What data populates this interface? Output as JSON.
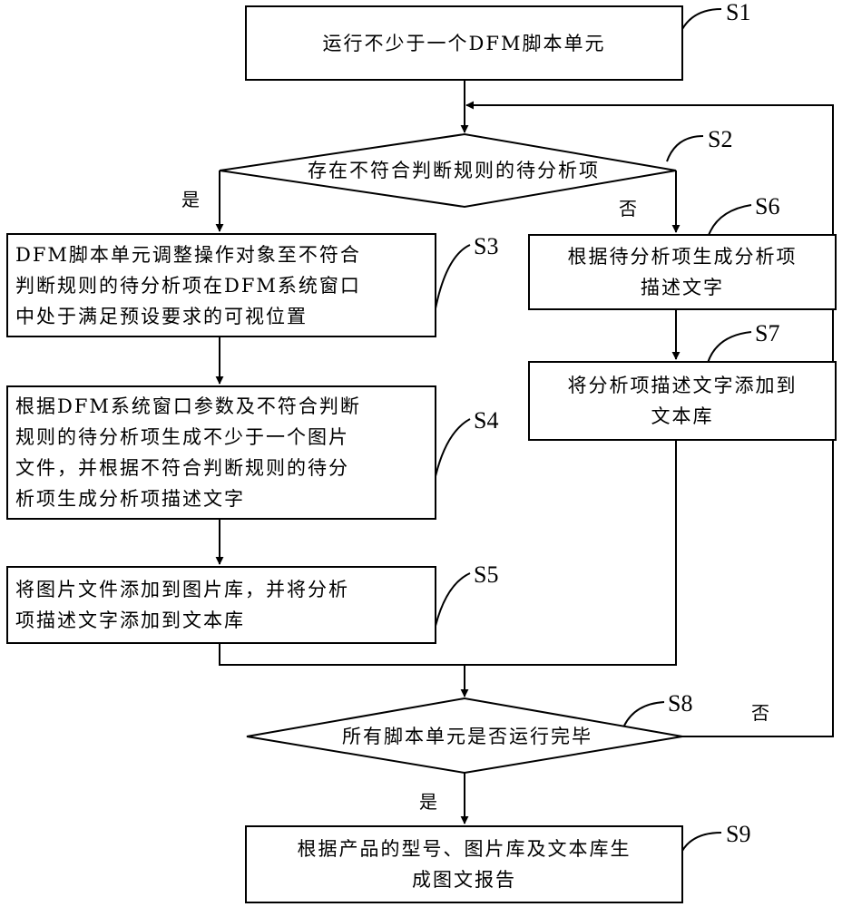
{
  "steps": {
    "s1": {
      "id": "S1",
      "text": "运行不少于一个DFM脚本单元"
    },
    "s2": {
      "id": "S2",
      "text": "存在不符合判断规则的待分析项"
    },
    "s3": {
      "id": "S3",
      "text": "DFM脚本单元调整操作对象至不符合\n判断规则的待分析项在DFM系统窗口\n中处于满足预设要求的可视位置"
    },
    "s4": {
      "id": "S4",
      "text": "根据DFM系统窗口参数及不符合判断\n规则的待分析项生成不少于一个图片\n文件，并根据不符合判断规则的待分\n析项生成分析项描述文字"
    },
    "s5": {
      "id": "S5",
      "text": "将图片文件添加到图片库，并将分析\n项描述文字添加到文本库"
    },
    "s6": {
      "id": "S6",
      "text": "根据待分析项生成分析项\n描述文字"
    },
    "s7": {
      "id": "S7",
      "text": "将分析项描述文字添加到\n文本库"
    },
    "s8": {
      "id": "S8",
      "text": "所有脚本单元是否运行完毕"
    },
    "s9": {
      "id": "S9",
      "text": "根据产品的型号、图片库及文本库生\n成图文报告"
    }
  },
  "branches": {
    "s2_yes": "是",
    "s2_no": "否",
    "s8_yes": "是",
    "s8_no": "否"
  }
}
